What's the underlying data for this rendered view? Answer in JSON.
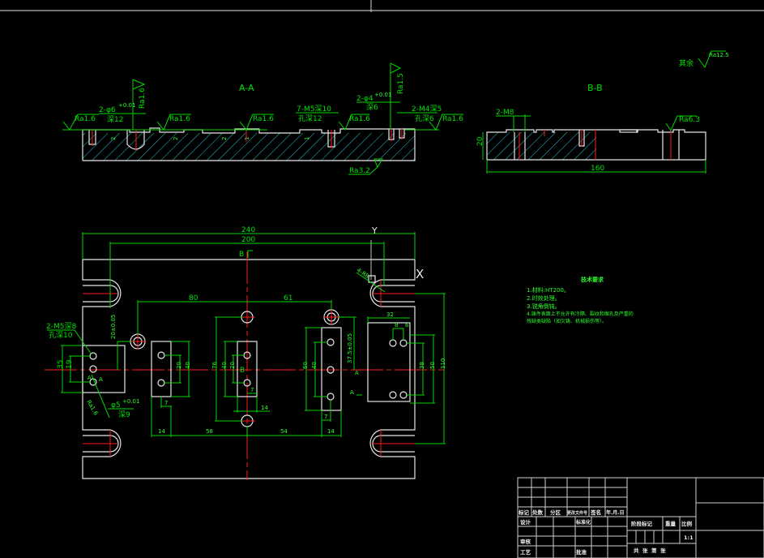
{
  "colors": {
    "background": "#000000",
    "outline": "#e6e6e6",
    "dimension": "#00d800",
    "centerline": "#ff1a1a",
    "hatch": "#22c8d0"
  },
  "section_aa": {
    "title": "A-A",
    "labels": {
      "ra_left": "Ra1.6",
      "ra_vertical_left": "Ra1.6",
      "ra_mid1": "Ra1.6",
      "ra_mid2": "Ra1.6",
      "ra_right1": "Ra1.6",
      "ra_vertical_right": "Ra1.5",
      "ra_right2": "Ra1.6",
      "ra_bottom": "Ra3.2",
      "pin_hole_left": "2-φ6",
      "pin_hole_left_tol": "+0.01",
      "pin_hole_left_depth": "深12",
      "thread_m5": "7-M5深10",
      "thread_m5_hole": "孔深12",
      "pin_hole_right": "2-φ4",
      "pin_hole_right_tol": "+0.01",
      "pin_hole_right_depth": "深6",
      "thread_m4": "2-M4深5",
      "thread_m4_hole": "孔深6",
      "depth_a": "2",
      "depth_b": "2",
      "depth_c": "2",
      "depth_d": "1",
      "depth_e": "1"
    }
  },
  "section_bb": {
    "title": "B-B",
    "labels": {
      "thread": "2-M8",
      "height": "20",
      "width": "160",
      "ra": "Ra6.3"
    }
  },
  "general_roughness": {
    "prefix": "其余",
    "value": "Ra12.5"
  },
  "plan_view": {
    "axis_y": "Y",
    "axis_x": "X",
    "section_b": "B",
    "section_a1": "A",
    "section_a2": "A",
    "dims": {
      "overall_width": "240",
      "slot_span": "200",
      "d80": "80",
      "d61": "61",
      "d20tol": "20±0.05",
      "d37tol": "37.5±0.05",
      "d76": "76",
      "d60": "60",
      "d110": "110",
      "d50": "50",
      "d38": "38",
      "d32": "32",
      "d8": "8",
      "d6": "6",
      "d35": "35",
      "d19": "19",
      "d20a": "20",
      "d40a": "40",
      "d40b": "40",
      "d20b": "20",
      "d40c": "40",
      "d7a": "7",
      "d7b": "7",
      "d7c": "7",
      "d14a": "14",
      "d14b": "14",
      "d14c": "14",
      "d58": "58",
      "d54": "54",
      "r4": "4-R8"
    },
    "notes_left": {
      "thread": "2-M5深8",
      "hole": "孔深10",
      "pin": "φ5",
      "pin_tol": "+0.01",
      "pin_depth": "深9",
      "ra": "Ra1.6",
      "a_left": "A",
      "a_right": "A"
    }
  },
  "tech_requirements": {
    "title": "技术要求",
    "items": [
      "1.材料:HT200。",
      "2.时效处理。",
      "3.锐角倒钝。",
      "4.铸件表面上不允许有冷隔、裂纹和缩孔及严重的",
      "残缺类缺陷（如欠铸、机械损伤等）。"
    ]
  },
  "title_block": {
    "header_row": [
      "标记",
      "处数",
      "分区",
      "更改文件号",
      "签名",
      "年.月.日"
    ],
    "design": "设计",
    "standardize": "标准化",
    "review": "审核",
    "process": "工艺",
    "approve": "批准",
    "stage_mark": "阶段标记",
    "weight": "重量",
    "scale_label": "比例",
    "scale_value": "1:1",
    "sheets": "共  张  第  张"
  }
}
